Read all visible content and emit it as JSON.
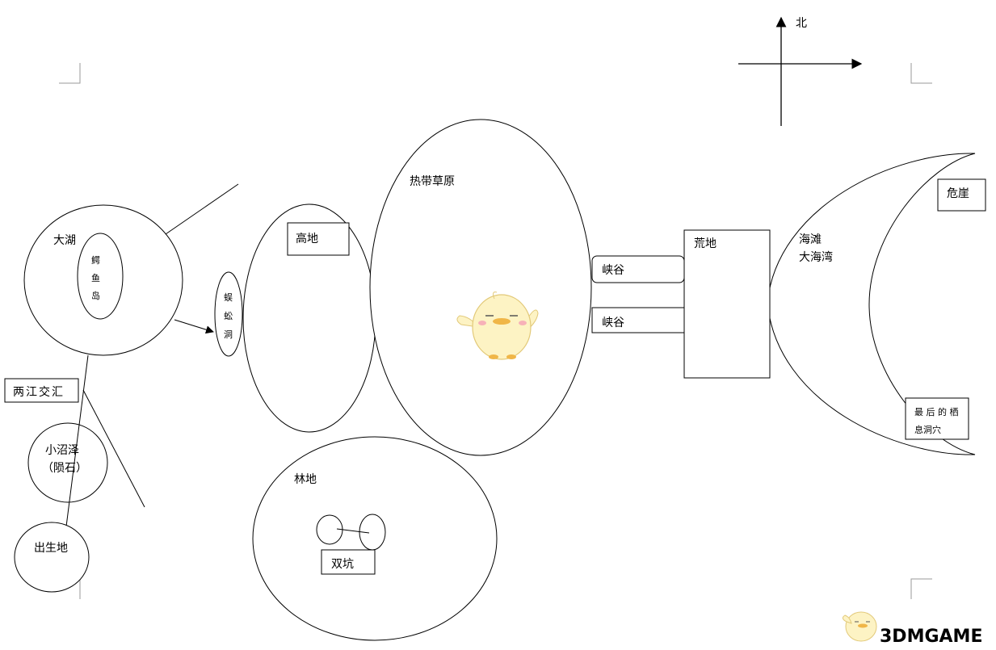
{
  "compass": {
    "north_label": "北"
  },
  "regions": {
    "big_lake": "大湖",
    "crocodile_island": [
      "鳄",
      "鱼",
      "岛"
    ],
    "centipede_cave": [
      "蜈",
      "蚣",
      "洞"
    ],
    "river_junction": "两江交汇",
    "small_swamp": "小沼泽",
    "small_swamp_note": "（陨石）",
    "birthplace": "出生地",
    "highland": "高地",
    "tropical_grassland": "热带草原",
    "canyon_upper": "峡谷",
    "canyon_lower": "峡谷",
    "wasteland": "荒地",
    "beach": "海滩",
    "bay": "大海湾",
    "cliff": "危崖",
    "last_cave_line1": "最 后 的 栖",
    "last_cave_line2": "息洞穴",
    "woodland": "林地",
    "twin_pits": "双坑"
  },
  "watermark": {
    "text": "3DMGAME"
  },
  "colors": {
    "stroke": "#000000",
    "watermark": "#1e73be",
    "corner_marks": "#9a9a9a",
    "mascot_fill": "#fdf3c4"
  }
}
